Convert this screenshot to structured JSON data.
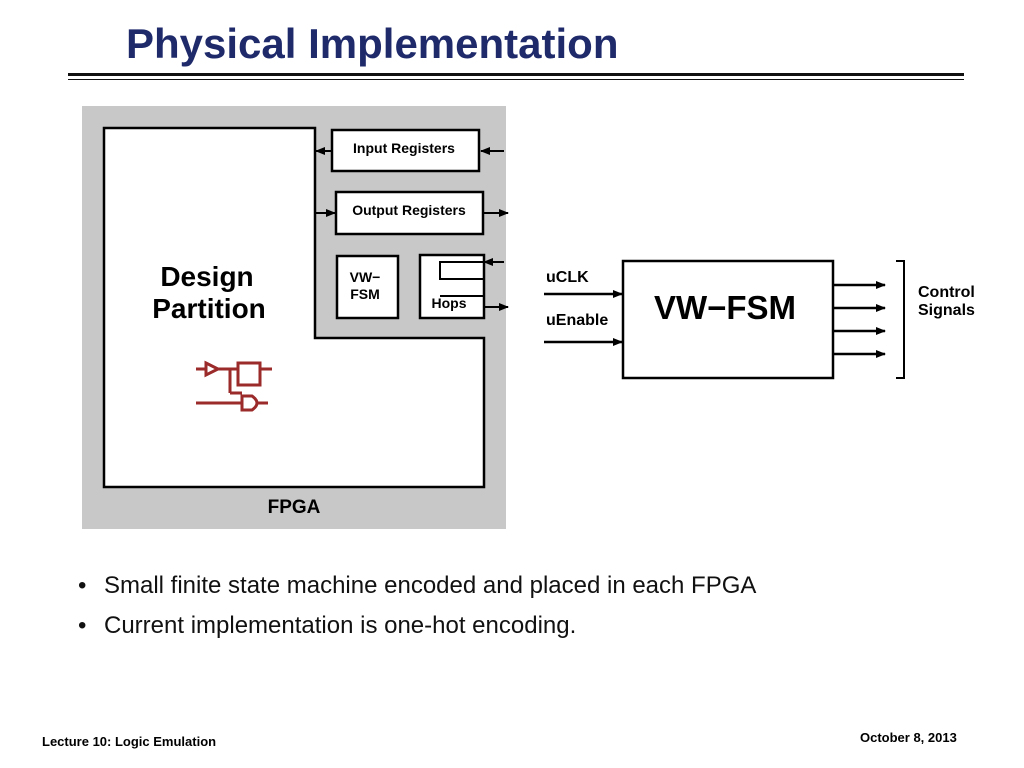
{
  "slide": {
    "title": "Physical Implementation"
  },
  "diagram": {
    "fpga_label": "FPGA",
    "design_partition_line1": "Design",
    "design_partition_line2": "Partition",
    "input_registers": "Input Registers",
    "output_registers": "Output Registers",
    "vwfsm_small_line1": "VW−",
    "vwfsm_small_line2": "FSM",
    "hops": "Hops",
    "uclk": "uCLK",
    "uenable": "uEnable",
    "vwfsm_big": "VW−FSM",
    "control_line1": "Control",
    "control_line2": "Signals",
    "colors": {
      "panel_gray": "#c8c8c8",
      "circuit_red": "#9b2a2a",
      "title_navy": "#1f2a6b"
    }
  },
  "bullets": [
    "Small finite state machine encoded and placed in each FPGA",
    "Current implementation is one-hot encoding."
  ],
  "footer": {
    "left": "Lecture 10: Logic Emulation",
    "right": "October 8, 2013"
  }
}
